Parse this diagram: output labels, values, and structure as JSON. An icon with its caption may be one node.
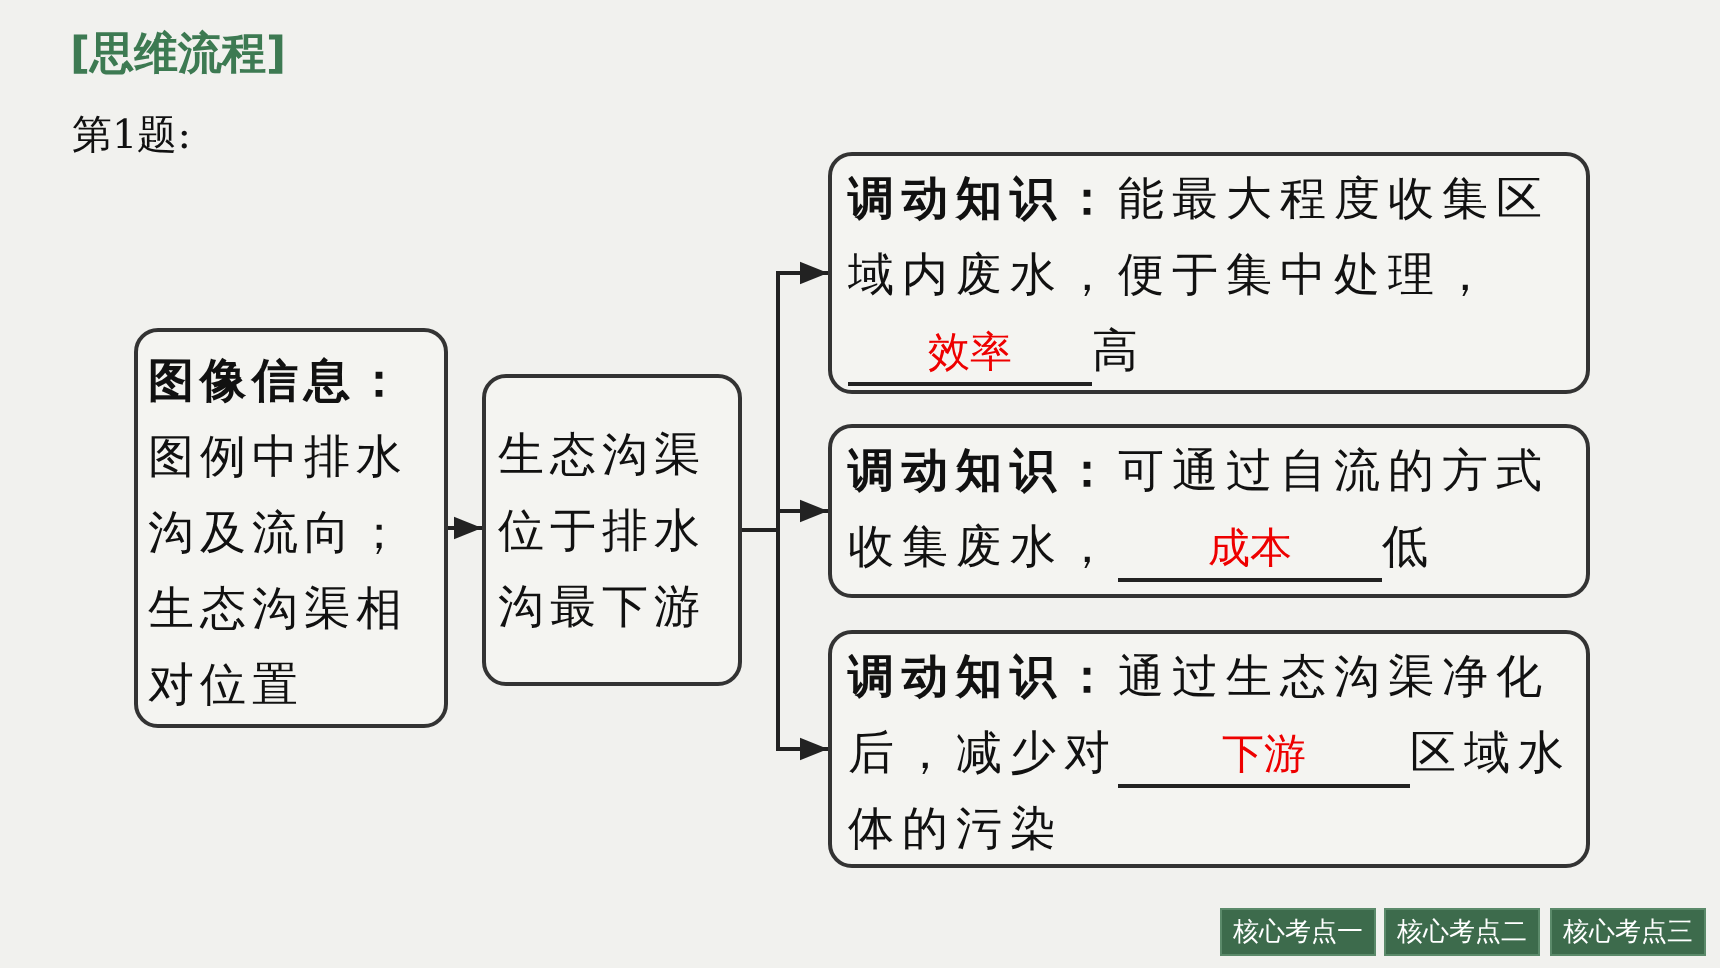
{
  "diagram": {
    "title": "[思维流程]",
    "nodes": [
      {
        "text": [
          "图像信息：",
          "图例中排水沟及流向；生态沟渠相对位置"
        ]
      },
      {
        "text": [
          "生态沟渠位于排水沟最下游"
        ]
      },
      {
        "text": [
          "**调动知识：**能最大程度收集区域内废水，便于集中处理，",
          "效率",
          "高"
        ]
      },
      {
        "text": [
          "**调动知识：**可通过自流的方式收集废水，",
          "成本",
          "低"
        ]
      },
      {
        "text": [
          "**调动知识：**通过生态沟渠净化后，减少对",
          "下游",
          "区域水体的污染"
        ]
      }
    ],
    "edges": [
      {
        "from": 0,
        "to": 1,
        "arrow": "to"
      },
      {
        "from": 1,
        "to": 2,
        "arrow": "to"
      },
      {
        "from": 1,
        "to": 3,
        "arrow": "to"
      },
      {
        "from": 1,
        "to": 4,
        "arrow": "to"
      }
    ],
    "labels": [
      "第1题:",
      "核心考点一",
      "核心考点二",
      "核心考点三"
    ]
  }
}
